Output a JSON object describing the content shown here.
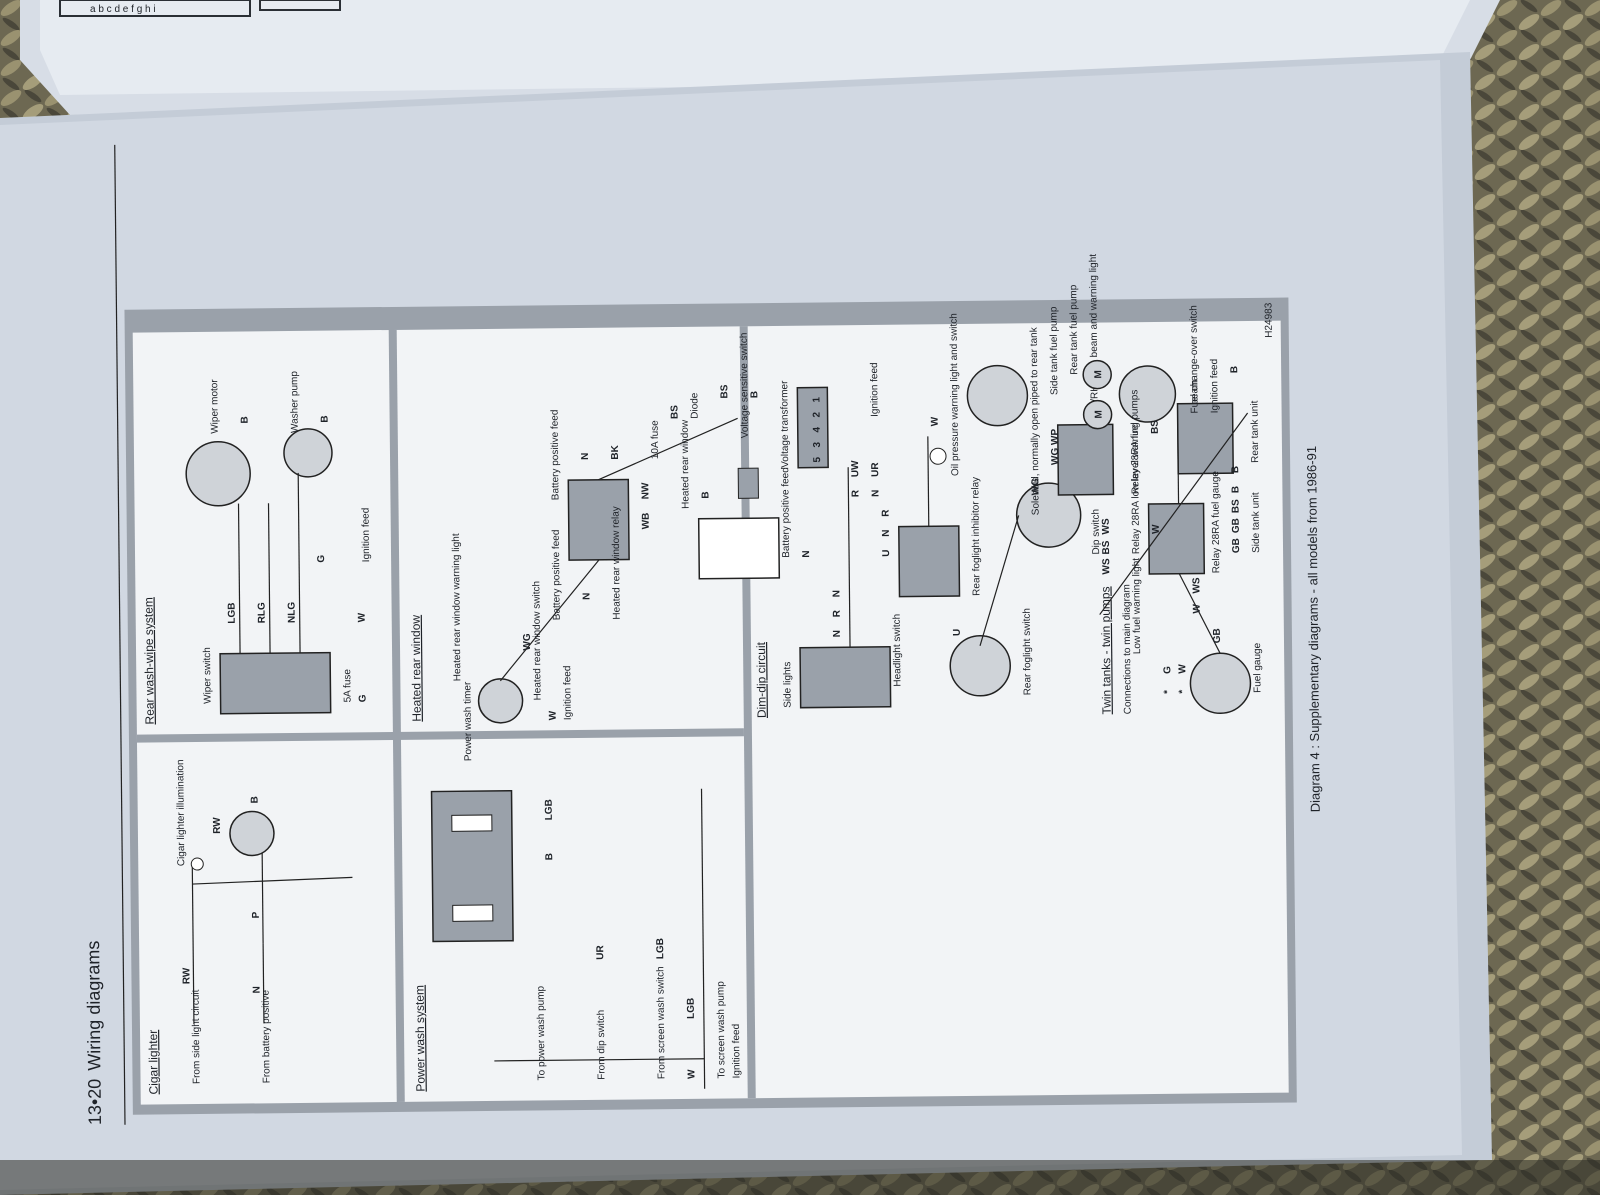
{
  "page": {
    "number": "13•20",
    "heading": "Wiring diagrams",
    "caption": "Diagram 4 : Supplementary diagrams - all models from 1986-91",
    "figure_code": "H24983"
  },
  "top_page_letters": "a b c d e f g h i",
  "panels": {
    "cigar_lighter": {
      "title": "Cigar lighter",
      "labels": [
        "From side light circuit",
        "From battery positive",
        "Cigar lighter illumination"
      ],
      "wires": [
        "RW",
        "RW",
        "N",
        "P",
        "B"
      ]
    },
    "power_wash": {
      "title": "Power wash system",
      "labels": [
        "Power wash timer",
        "To power wash pump",
        "From dip switch",
        "From screen wash switch",
        "To screen wash pump",
        "Ignition feed"
      ],
      "wires": [
        "LGB",
        "B",
        "UR",
        "LGB",
        "LGB",
        "W"
      ]
    },
    "rear_wash_wipe": {
      "title": "Rear wash-wipe system",
      "labels": [
        "Washer pump",
        "Wiper motor",
        "Wiper switch",
        "5A fuse",
        "Ignition feed"
      ],
      "wires": [
        "LGB",
        "RLG",
        "NLG",
        "G",
        "B",
        "B",
        "W",
        "G"
      ]
    },
    "heated_rear_window": {
      "title": "Heated rear window",
      "labels": [
        "10A fuse",
        "Heated rear window",
        "Diode",
        "Heated rear window relay",
        "Battery positive feed",
        "Battery positive feed",
        "Voltage sensitive switch",
        "Heated rear window warning light",
        "Heated rear window switch",
        "Ignition feed"
      ],
      "wires": [
        "WB",
        "NW",
        "B",
        "BK",
        "BS",
        "BS",
        "B",
        "N",
        "N",
        "WG",
        "W"
      ]
    },
    "dim_dip": {
      "title": "Dim-dip circuit",
      "labels": [
        "Headlight switch",
        "Rear foglight switch",
        "Rear foglight inhibitor relay",
        "Dip switch",
        "LH/RH dip beam",
        "LH/RH main beam and warning light",
        "Oil pressure warning light and switch",
        "Ignition feed",
        "Side lights",
        "Battery positive feed",
        "Voltage transformer"
      ],
      "wires": [
        "N",
        "R",
        "N",
        "U",
        "U",
        "N",
        "R",
        "R",
        "N",
        "UW",
        "UR",
        "W",
        "N"
      ],
      "pins": [
        "5",
        "3",
        "4",
        "2",
        "1"
      ]
    },
    "twin_tanks": {
      "title": "Twin tanks - twin pumps",
      "labels": [
        "Fuel gauge",
        "Relay 28RA fuel gauge",
        "Side tank unit",
        "Rear tank unit",
        "Fuel change-over switch",
        "Ignition feed",
        "Connections to main diagram",
        "Low fuel warning light",
        "Relay 28RA low level warning",
        "Relay 28RA fuel pumps",
        "Side tank fuel pump",
        "Rear tank fuel pump",
        "Solenoid, normally open piped to rear tank"
      ],
      "wires": [
        "GB",
        "GB",
        "GB",
        "BS",
        "B",
        "B",
        "B",
        "W",
        "WS",
        "G",
        "W",
        "WS",
        "BS",
        "WS",
        "BS",
        "W",
        "WG",
        "WP",
        "WG"
      ],
      "markers": [
        "*",
        "*"
      ],
      "motor_symbol": "M"
    }
  }
}
